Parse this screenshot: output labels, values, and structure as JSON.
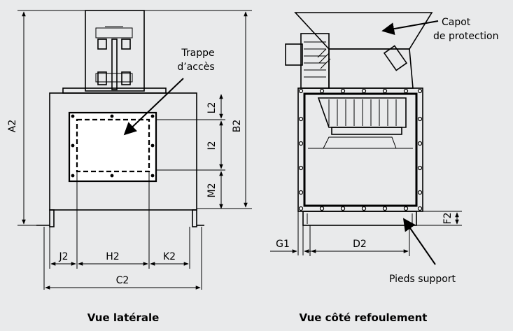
{
  "colors": {
    "background": "#e9eaeb",
    "ink": "#000000",
    "panel": "#ffffff"
  },
  "side_view": {
    "caption": "Vue latérale",
    "labels": {
      "access_hatch_line1": "Trappe",
      "access_hatch_line2": "d’accès",
      "A2": "A2",
      "B2": "B2",
      "L2": "L2",
      "I2": "I2",
      "M2": "M2",
      "J2": "J2",
      "H2": "H2",
      "K2": "K2",
      "C2": "C2"
    }
  },
  "discharge_view": {
    "caption": "Vue côté refoulement",
    "labels": {
      "cover_line1": "Capot",
      "cover_line2": "de protection",
      "feet": "Pieds support",
      "F2": "F2",
      "G1": "G1",
      "D2": "D2"
    }
  }
}
